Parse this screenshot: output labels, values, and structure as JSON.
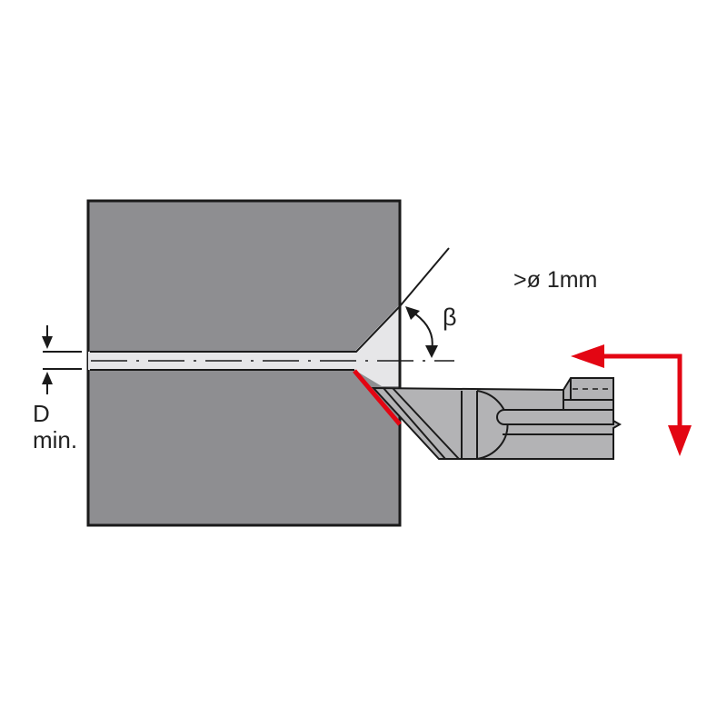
{
  "labels": {
    "min_diameter": ">ø 1mm",
    "angle": "β",
    "d_label": "D",
    "min_label": "min."
  },
  "colors": {
    "workpiece": "#8e8e91",
    "bore": "#e6e6e8",
    "tool": "#b3b3b5",
    "accent": "#e30613",
    "line": "#1a1a1a"
  }
}
